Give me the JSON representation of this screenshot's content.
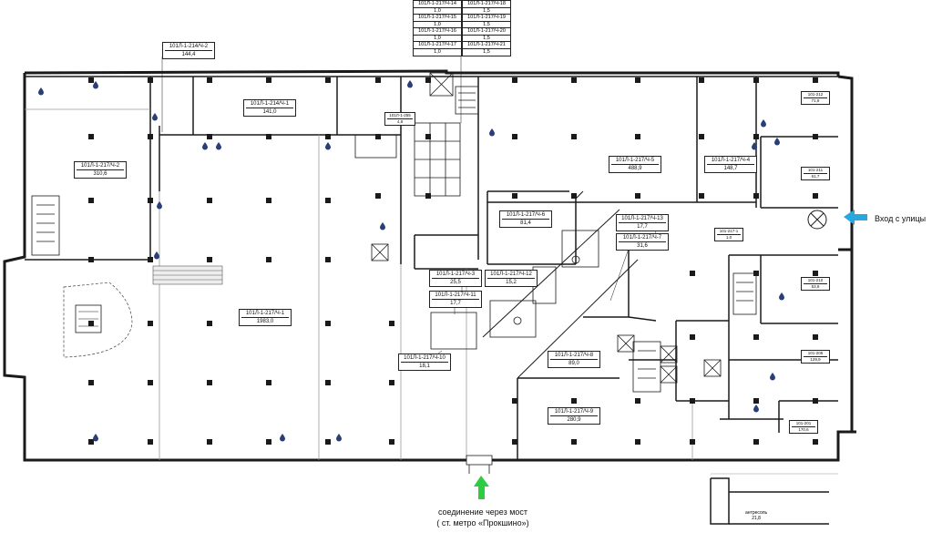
{
  "units": [
    {
      "id": "101Л-1-214/Ч-2",
      "area": "144,4"
    },
    {
      "id": "101Л-1-214/Ч-1",
      "area": "141,0"
    },
    {
      "id": "101Л-1-217/Ч-2",
      "area": "310,6"
    },
    {
      "id": "101Л-1-217/Ч-1",
      "area": "1983,0"
    },
    {
      "id": "101Л-1-217/Ч-5",
      "area": "488,9"
    },
    {
      "id": "101Л-1-217/Ч-4",
      "area": "148,7"
    },
    {
      "id": "101Л-1-217/Ч-6",
      "area": "81,4"
    },
    {
      "id": "101Л-1-217/Ч-13",
      "area": "17,7"
    },
    {
      "id": "101Л-1-217/Ч-7",
      "area": "31,6"
    },
    {
      "id": "101Л-1-217/Ч-3",
      "area": "25,5"
    },
    {
      "id": "101Л-1-217/Ч-12",
      "area": "15,2"
    },
    {
      "id": "101Л-1-217/Ч-11",
      "area": "17,7"
    },
    {
      "id": "101Л-1-217/Ч-10",
      "area": "18,1"
    },
    {
      "id": "101Л-1-217/Ч-8",
      "area": "89,0"
    },
    {
      "id": "101Л-1-217/Ч-9",
      "area": "280,9"
    }
  ],
  "small_units": [
    {
      "id": "101Л-1-255",
      "area": "4,8"
    },
    {
      "id": "101-212",
      "area": "71,9"
    },
    {
      "id": "101-211",
      "area": "61,7"
    },
    {
      "id": "101-217-1",
      "area": "1,0"
    },
    {
      "id": "101-210",
      "area": "53,9"
    },
    {
      "id": "101-205",
      "area": "129,9"
    },
    {
      "id": "101-201",
      "area": "170,6"
    }
  ],
  "stack_left": [
    {
      "id": "101Л-1-217/Ч-14",
      "area": "1,0"
    },
    {
      "id": "101Л-1-217/Ч-15",
      "area": "1,0"
    },
    {
      "id": "101Л-1-217/Ч-16",
      "area": "1,0"
    },
    {
      "id": "101Л-1-217/Ч-17",
      "area": "1,0"
    }
  ],
  "stack_right": [
    {
      "id": "101Л-1-217/Ч-18",
      "area": "1,5"
    },
    {
      "id": "101Л-1-217/Ч-19",
      "area": "1,5"
    },
    {
      "id": "101Л-1-217/Ч-20",
      "area": "1,5"
    },
    {
      "id": "101Л-1-217/Ч-21",
      "area": "1,5"
    }
  ],
  "mezzanine": {
    "label": "антресоль",
    "area": "21,8"
  },
  "street_entrance": "Вход с улицы",
  "bridge_line1": "соединение через мост",
  "bridge_line2": "( ст. метро «Прокшино»)",
  "colors": {
    "entrance_arrow": "#29a8e0",
    "bridge_arrow": "#2ecc40",
    "wall": "#1a1a1a",
    "leak_icon": "#2a3f78"
  }
}
